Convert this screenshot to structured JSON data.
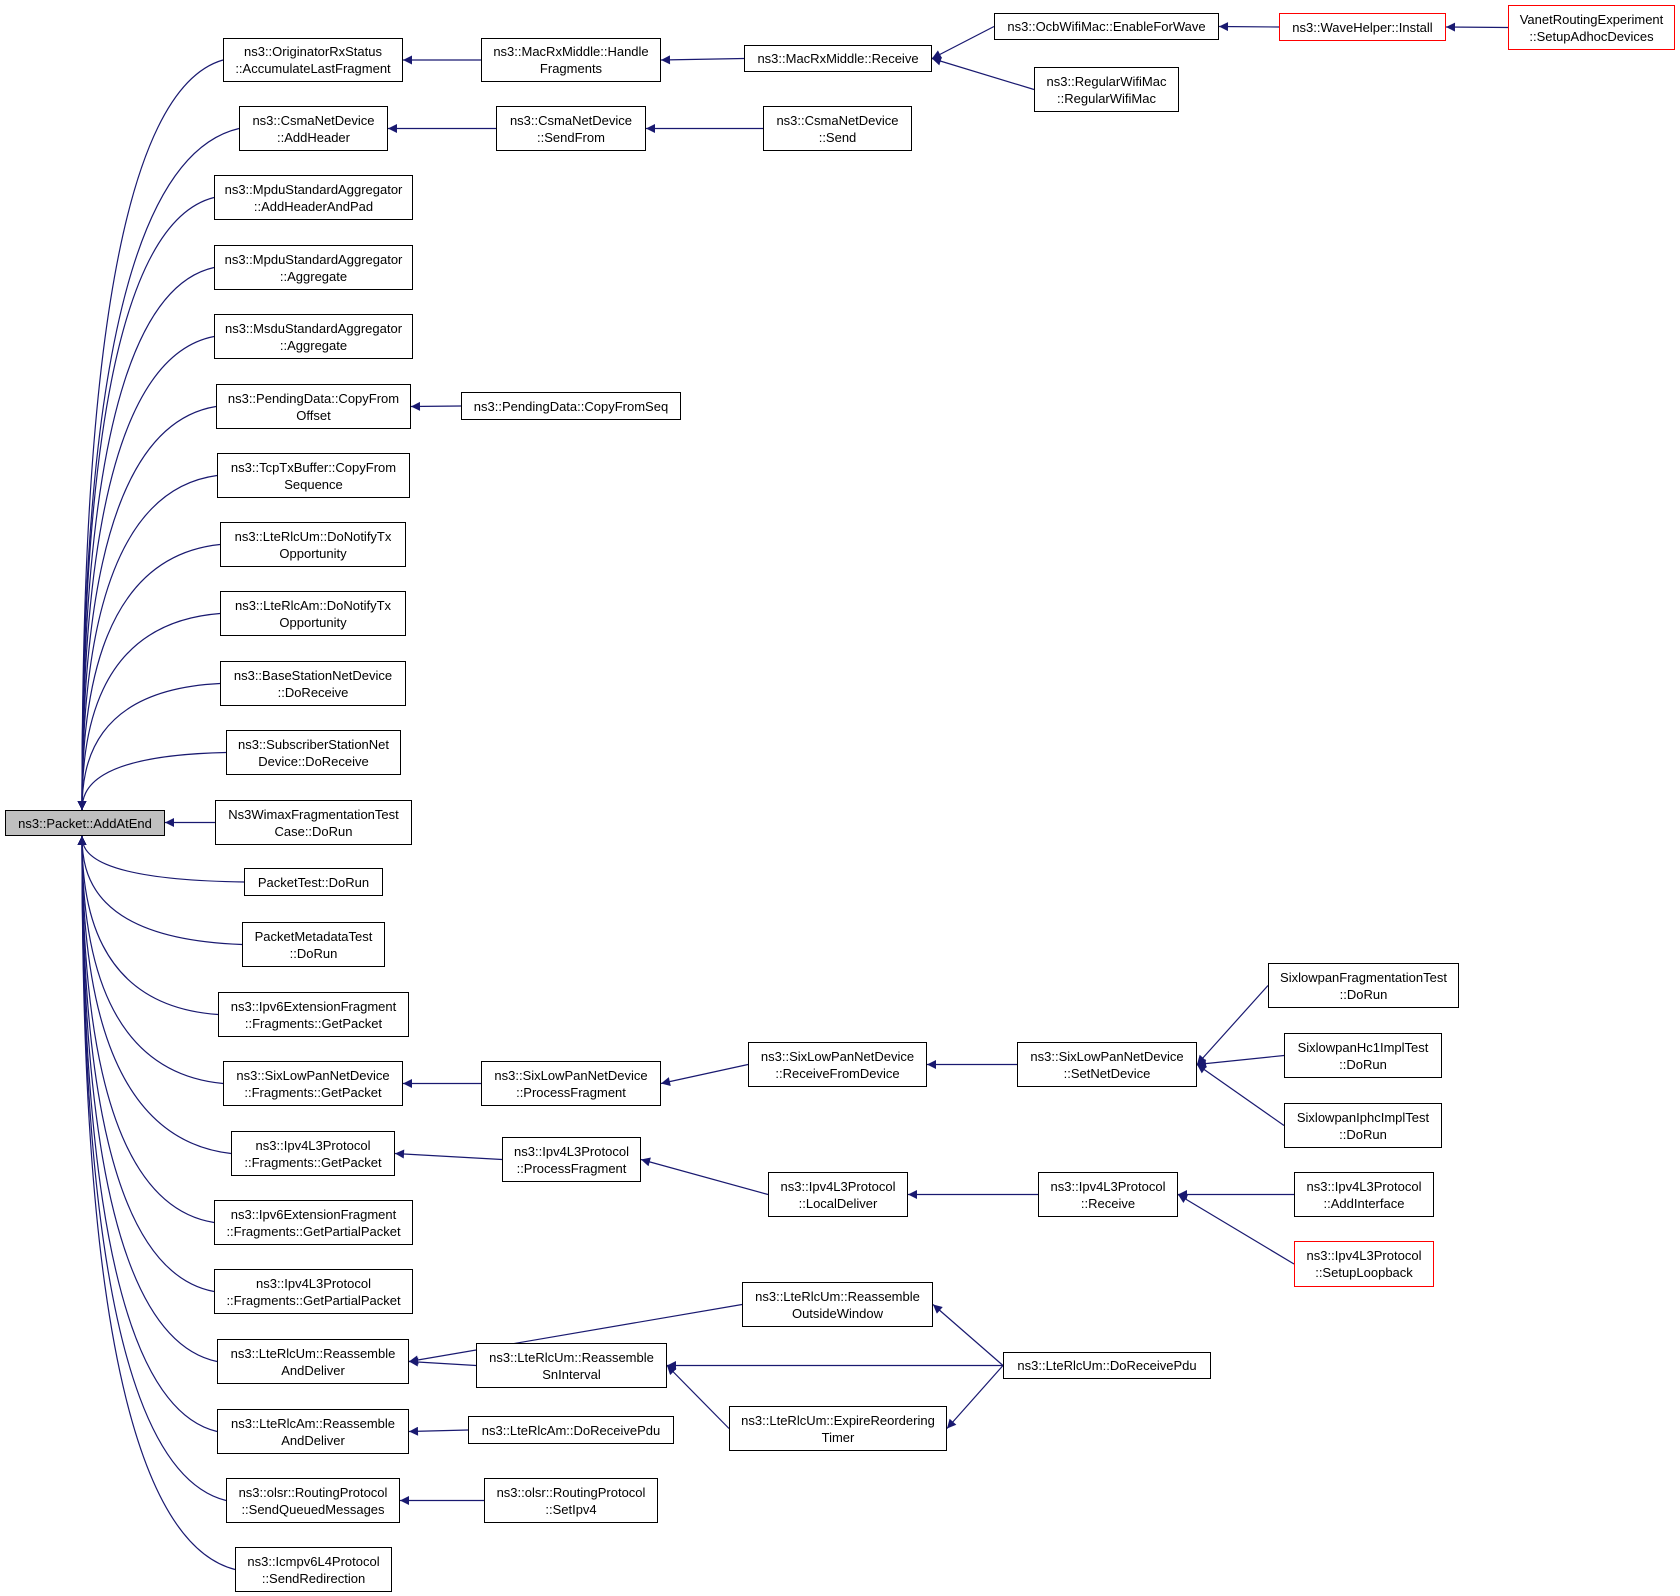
{
  "colors": {
    "edge": "#191970",
    "node_border": "#000000",
    "highlight_border": "#ff0000",
    "root_fill": "#bfbfbf"
  },
  "nodes": [
    {
      "id": "root",
      "lines": [
        "ns3::Packet::AddAtEnd"
      ],
      "style": "root"
    },
    {
      "id": "n_orig",
      "lines": [
        "ns3::OriginatorRxStatus",
        "::AccumulateLastFragment"
      ]
    },
    {
      "id": "n_macfrag",
      "lines": [
        "ns3::MacRxMiddle::Handle",
        "Fragments"
      ]
    },
    {
      "id": "n_macrecv",
      "lines": [
        "ns3::MacRxMiddle::Receive"
      ]
    },
    {
      "id": "n_ocb",
      "lines": [
        "ns3::OcbWifiMac::EnableForWave"
      ]
    },
    {
      "id": "n_wave",
      "lines": [
        "ns3::WaveHelper::Install"
      ],
      "style": "red"
    },
    {
      "id": "n_vanet",
      "lines": [
        "VanetRoutingExperiment",
        "::SetupAdhocDevices"
      ],
      "style": "red"
    },
    {
      "id": "n_regwifi",
      "lines": [
        "ns3::RegularWifiMac",
        "::RegularWifiMac"
      ]
    },
    {
      "id": "n_csmaadd",
      "lines": [
        "ns3::CsmaNetDevice",
        "::AddHeader"
      ]
    },
    {
      "id": "n_csmasendfrom",
      "lines": [
        "ns3::CsmaNetDevice",
        "::SendFrom"
      ]
    },
    {
      "id": "n_csmasend",
      "lines": [
        "ns3::CsmaNetDevice",
        "::Send"
      ]
    },
    {
      "id": "n_mpdupad",
      "lines": [
        "ns3::MpduStandardAggregator",
        "::AddHeaderAndPad"
      ]
    },
    {
      "id": "n_mpduagg",
      "lines": [
        "ns3::MpduStandardAggregator",
        "::Aggregate"
      ]
    },
    {
      "id": "n_msduagg",
      "lines": [
        "ns3::MsduStandardAggregator",
        "::Aggregate"
      ]
    },
    {
      "id": "n_pendoff",
      "lines": [
        "ns3::PendingData::CopyFrom",
        "Offset"
      ]
    },
    {
      "id": "n_pendseq",
      "lines": [
        "ns3::PendingData::CopyFromSeq"
      ]
    },
    {
      "id": "n_tcptx",
      "lines": [
        "ns3::TcpTxBuffer::CopyFrom",
        "Sequence"
      ]
    },
    {
      "id": "n_ltermum_tx",
      "lines": [
        "ns3::LteRlcUm::DoNotifyTx",
        "Opportunity"
      ]
    },
    {
      "id": "n_ltermam_tx",
      "lines": [
        "ns3::LteRlcAm::DoNotifyTx",
        "Opportunity"
      ]
    },
    {
      "id": "n_bsnd",
      "lines": [
        "ns3::BaseStationNetDevice",
        "::DoReceive"
      ]
    },
    {
      "id": "n_ssnd",
      "lines": [
        "ns3::SubscriberStationNet",
        "Device::DoReceive"
      ]
    },
    {
      "id": "n_wimaxtest",
      "lines": [
        "Ns3WimaxFragmentationTest",
        "Case::DoRun"
      ]
    },
    {
      "id": "n_pkttest",
      "lines": [
        "PacketTest::DoRun"
      ]
    },
    {
      "id": "n_pktmeta",
      "lines": [
        "PacketMetadataTest",
        "::DoRun"
      ]
    },
    {
      "id": "n_ipv6frag",
      "lines": [
        "ns3::Ipv6ExtensionFragment",
        "::Fragments::GetPacket"
      ]
    },
    {
      "id": "n_sixfrag",
      "lines": [
        "ns3::SixLowPanNetDevice",
        "::Fragments::GetPacket"
      ]
    },
    {
      "id": "n_sixproc",
      "lines": [
        "ns3::SixLowPanNetDevice",
        "::ProcessFragment"
      ]
    },
    {
      "id": "n_sixrecvdev",
      "lines": [
        "ns3::SixLowPanNetDevice",
        "::ReceiveFromDevice"
      ]
    },
    {
      "id": "n_sixsetnet",
      "lines": [
        "ns3::SixLowPanNetDevice",
        "::SetNetDevice"
      ]
    },
    {
      "id": "n_sixfragtest",
      "lines": [
        "SixlowpanFragmentationTest",
        "::DoRun"
      ]
    },
    {
      "id": "n_sixhc1",
      "lines": [
        "SixlowpanHc1ImplTest",
        "::DoRun"
      ]
    },
    {
      "id": "n_sixiphc",
      "lines": [
        "SixlowpanIphcImplTest",
        "::DoRun"
      ]
    },
    {
      "id": "n_ipv4frag",
      "lines": [
        "ns3::Ipv4L3Protocol",
        "::Fragments::GetPacket"
      ]
    },
    {
      "id": "n_ipv4proc",
      "lines": [
        "ns3::Ipv4L3Protocol",
        "::ProcessFragment"
      ]
    },
    {
      "id": "n_ipv4local",
      "lines": [
        "ns3::Ipv4L3Protocol",
        "::LocalDeliver"
      ]
    },
    {
      "id": "n_ipv4recv",
      "lines": [
        "ns3::Ipv4L3Protocol",
        "::Receive"
      ]
    },
    {
      "id": "n_ipv4addif",
      "lines": [
        "ns3::Ipv4L3Protocol",
        "::AddInterface"
      ]
    },
    {
      "id": "n_ipv4loop",
      "lines": [
        "ns3::Ipv4L3Protocol",
        "::SetupLoopback"
      ],
      "style": "red"
    },
    {
      "id": "n_ipv6partial",
      "lines": [
        "ns3::Ipv6ExtensionFragment",
        "::Fragments::GetPartialPacket"
      ]
    },
    {
      "id": "n_ipv4partial",
      "lines": [
        "ns3::Ipv4L3Protocol",
        "::Fragments::GetPartialPacket"
      ]
    },
    {
      "id": "n_umreasm",
      "lines": [
        "ns3::LteRlcUm::Reassemble",
        "AndDeliver"
      ]
    },
    {
      "id": "n_umoutside",
      "lines": [
        "ns3::LteRlcUm::Reassemble",
        "OutsideWindow"
      ]
    },
    {
      "id": "n_umsn",
      "lines": [
        "ns3::LteRlcUm::Reassemble",
        "SnInterval"
      ]
    },
    {
      "id": "n_umrecvpdu",
      "lines": [
        "ns3::LteRlcUm::DoReceivePdu"
      ]
    },
    {
      "id": "n_umexpire",
      "lines": [
        "ns3::LteRlcUm::ExpireReordering",
        "Timer"
      ]
    },
    {
      "id": "n_amreasm",
      "lines": [
        "ns3::LteRlcAm::Reassemble",
        "AndDeliver"
      ]
    },
    {
      "id": "n_amrecvpdu",
      "lines": [
        "ns3::LteRlcAm::DoReceivePdu"
      ]
    },
    {
      "id": "n_olsrqueue",
      "lines": [
        "ns3::olsr::RoutingProtocol",
        "::SendQueuedMessages"
      ]
    },
    {
      "id": "n_olsripv4",
      "lines": [
        "ns3::olsr::RoutingProtocol",
        "::SetIpv4"
      ]
    },
    {
      "id": "n_icmpredir",
      "lines": [
        "ns3::Icmpv6L4Protocol",
        "::SendRedirection"
      ]
    }
  ]
}
